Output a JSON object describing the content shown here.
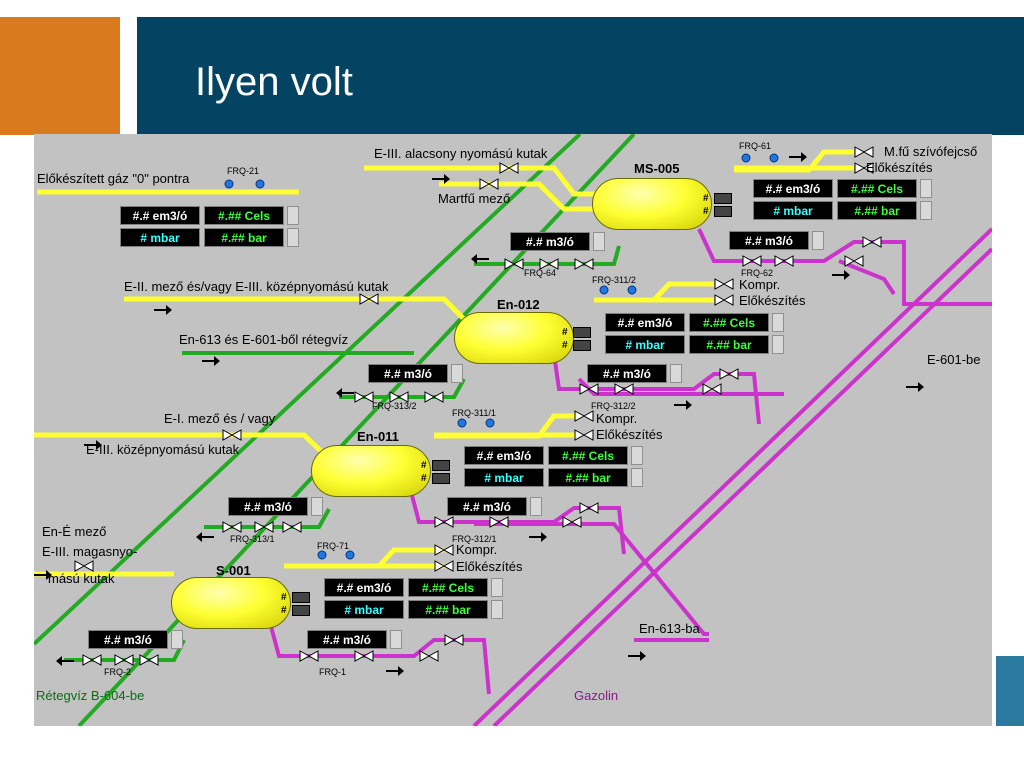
{
  "slide": {
    "title": "Ilyen volt",
    "colors": {
      "orange_accent": "#d97a1e",
      "title_bar": "#044462",
      "background": "#c2c2c2",
      "gas_pipe": "#ffff33",
      "water_pipe": "#33cc33",
      "gasoline_pipe": "#cc33cc"
    }
  },
  "scada": {
    "labels": {
      "prepared_gas": "Előkészített gáz \"0\" pontra",
      "e3_low_pressure": "E-III. alacsony nyomású kutak",
      "martfu": "Martfű mező",
      "e2_field": "E-II. mező és/vagy E-III. középnyomású kutak",
      "en613_water": "En-613 és E-601-ből rétegvíz",
      "e1_field_a": "E-I. mező és / vagy",
      "e1_field_b": "E-III. középnyomású kutak",
      "en_e_field": "En-É mező",
      "e3_high_a": "E-III. magasnyo-",
      "e3_high_b": "mású kutak",
      "mfu_suction": "M.fű szívófejcső",
      "e601_out": "E-601-be",
      "en613_out": "En-613-ba",
      "water_out": "Rétegvíz B-604-be",
      "gasoline": "Gazolin"
    },
    "vessels": [
      {
        "name": "MS-005",
        "compr": "",
        "prep": "Előkészítés",
        "flow": "#.# em3/ó",
        "temp": "#.## Cels",
        "press1": "# mbar",
        "press2": "#.## bar",
        "water_flow": "#.# m3/ó",
        "gasoline_flow": "#.# m3/ó",
        "frq_gas": "FRQ-61",
        "frq_water": "FRQ-64",
        "frq_gasoline": "FRQ-62"
      },
      {
        "name": "En-012",
        "compr": "Kompr.",
        "prep": "Előkészítés",
        "flow": "#.# em3/ó",
        "temp": "#.## Cels",
        "press1": "# mbar",
        "press2": "#.## bar",
        "water_flow": "#.# m3/ó",
        "gasoline_flow": "#.# m3/ó",
        "frq_gas": "FRQ-311/2",
        "frq_water": "FRQ-313/2",
        "frq_gasoline": "FRQ-312/2"
      },
      {
        "name": "En-011",
        "compr": "Kompr.",
        "prep": "Előkészítés",
        "flow": "#.# em3/ó",
        "temp": "#.## Cels",
        "press1": "# mbar",
        "press2": "#.## bar",
        "water_flow": "#.# m3/ó",
        "gasoline_flow": "#.# m3/ó",
        "frq_gas": "FRQ-311/1",
        "frq_water": "FRQ-313/1",
        "frq_gasoline": "FRQ-312/1"
      },
      {
        "name": "S-001",
        "compr": "Kompr.",
        "prep": "Előkészítés",
        "flow": "#.# em3/ó",
        "temp": "#.## Cels",
        "press1": "# mbar",
        "press2": "#.## bar",
        "water_flow": "#.# m3/ó",
        "gasoline_flow": "#.# m3/ó",
        "frq_gas": "FRQ-71",
        "frq_water": "FRQ-2",
        "frq_gasoline": "FRQ-1"
      }
    ],
    "prepared_gas_meter": {
      "frq": "FRQ-21",
      "flow": "#.# em3/ó",
      "temp": "#.## Cels",
      "press1": "# mbar",
      "press2": "#.## bar"
    }
  }
}
